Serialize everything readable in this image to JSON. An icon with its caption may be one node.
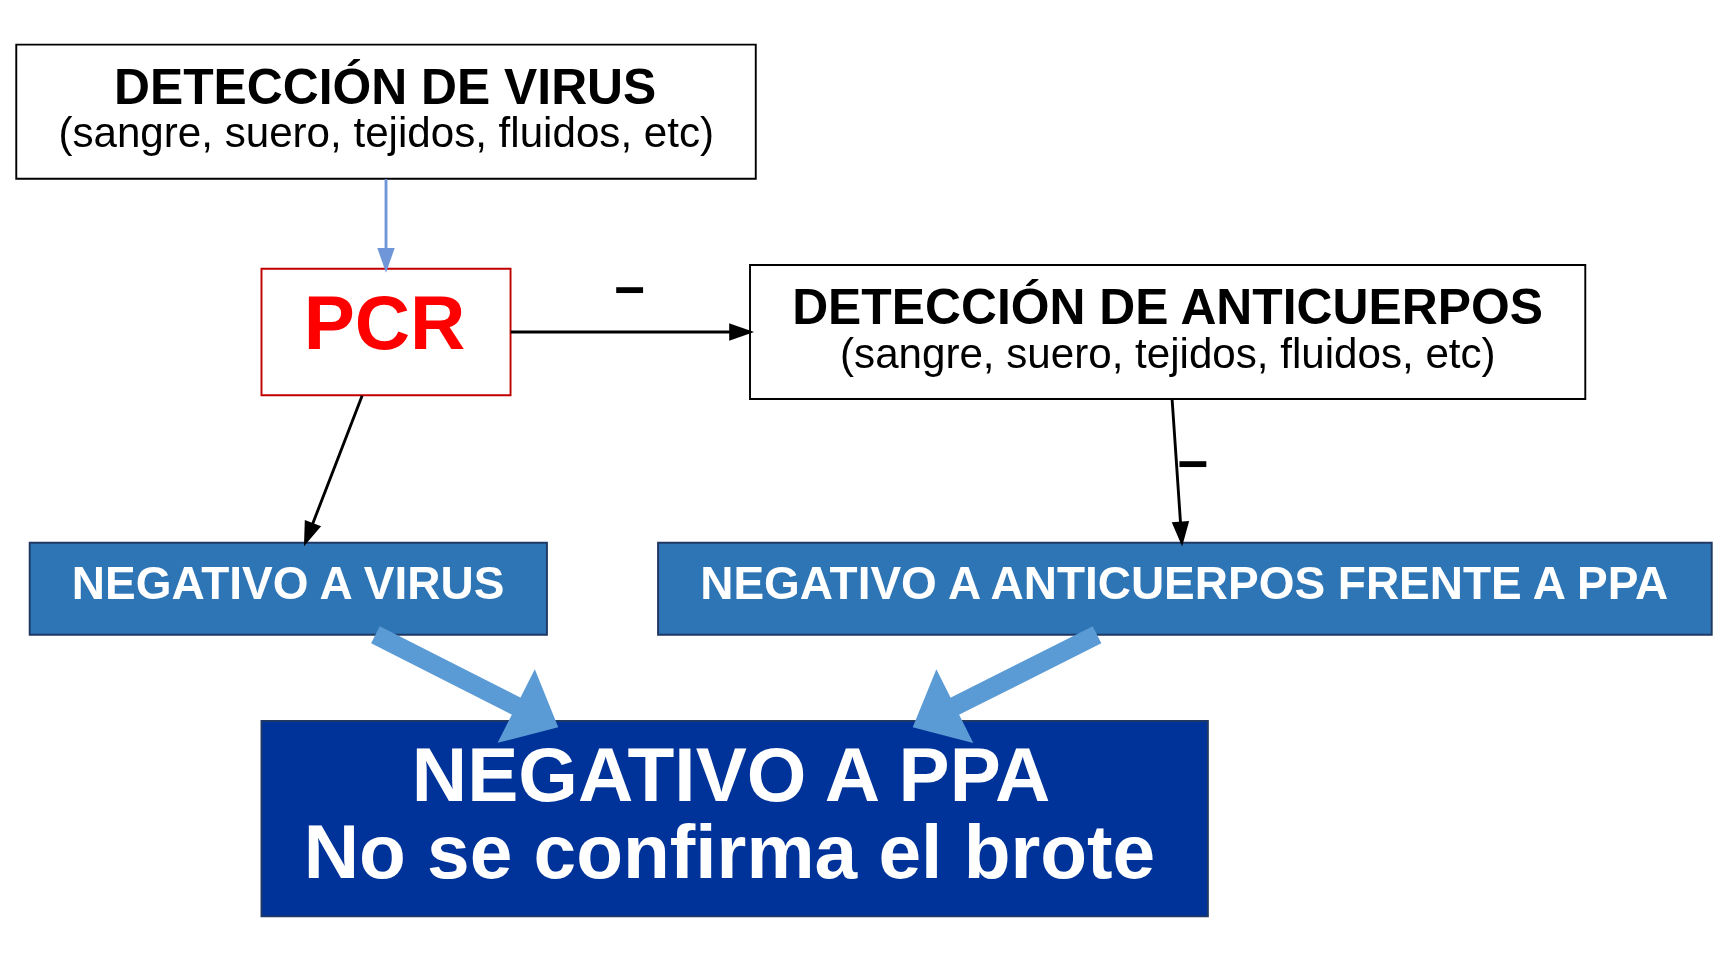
{
  "diagram": {
    "nodes": [
      {
        "text": [
          "DETECCIÓN DE VIRUS",
          "(sangre, suero, tejidos, fluidos, etc)"
        ]
      },
      {
        "text": [
          "PCR"
        ]
      },
      {
        "text": [
          "DETECCIÓN DE ANTICUERPOS",
          "(sangre, suero, tejidos, fluidos, etc)"
        ]
      },
      {
        "text": [
          "NEGATIVO A VIRUS"
        ]
      },
      {
        "text": [
          "NEGATIVO A ANTICUERPOS FRENTE A PPA"
        ]
      },
      {
        "text": [
          "NEGATIVO A PPA",
          "No se confirma el brote"
        ]
      }
    ],
    "edges": [
      {
        "from": 0,
        "to": 1,
        "arrow": "to",
        "color": "#6f96d8"
      },
      {
        "from": 1,
        "to": 2,
        "arrow": "to",
        "label": "−"
      },
      {
        "from": 1,
        "to": 3,
        "arrow": "to"
      },
      {
        "from": 2,
        "to": 4,
        "arrow": "to",
        "label": "−"
      },
      {
        "from": 3,
        "to": 5,
        "arrow": "to",
        "style": "thick",
        "color": "#5b9bd5"
      },
      {
        "from": 4,
        "to": 5,
        "arrow": "to",
        "style": "thick",
        "color": "#5b9bd5"
      }
    ]
  }
}
